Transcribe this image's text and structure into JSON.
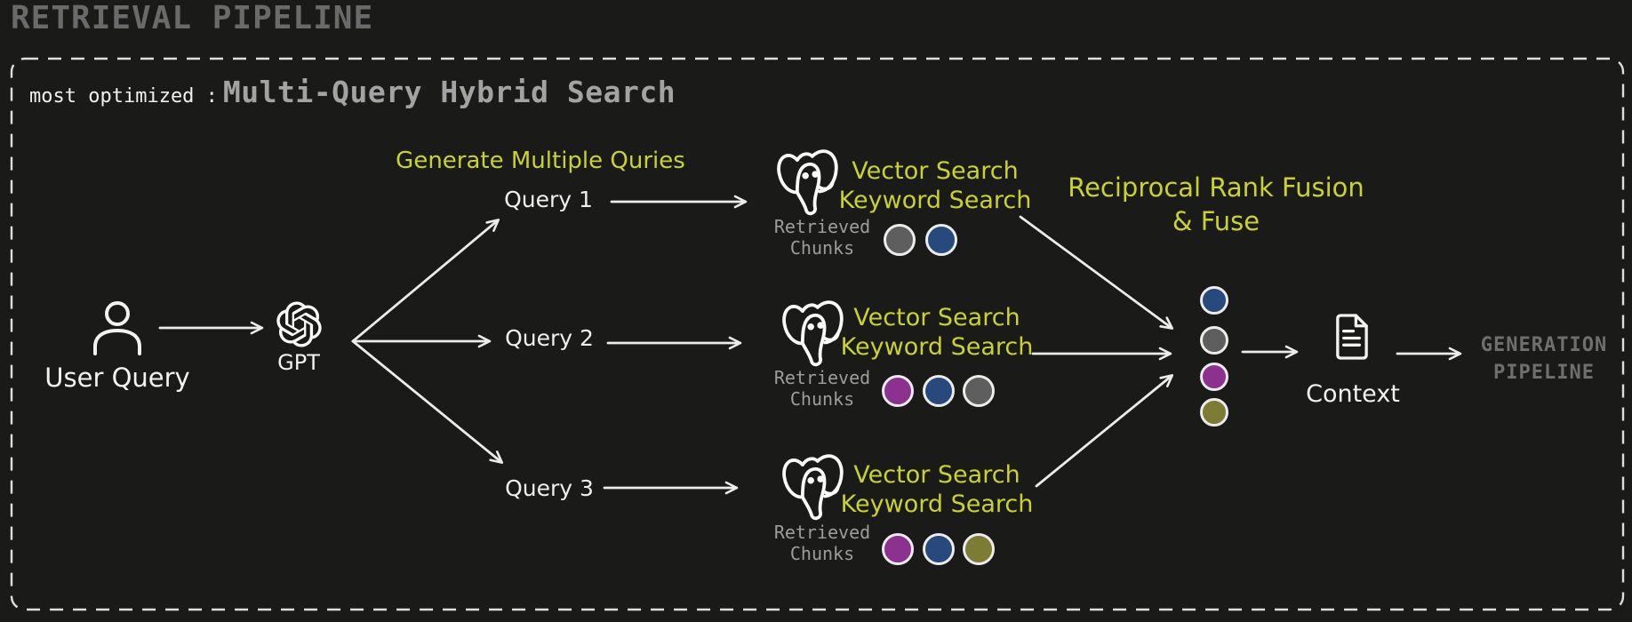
{
  "title": "RETRIEVAL PIPELINE",
  "frame": {
    "subtitle_prefix": "most optimized :",
    "subtitle_main": "Multi-Query Hybrid Search"
  },
  "flow": {
    "user_label": "User Query",
    "gpt_label": "GPT",
    "generate_label": "Generate Multiple Quries",
    "fusion_line1": "Reciprocal Rank Fusion",
    "fusion_line2": "& Fuse",
    "context_label": "Context",
    "generation_line1": "GENERATION",
    "generation_line2": "PIPELINE"
  },
  "rows": [
    {
      "query_label": "Query 1",
      "vector_label": "Vector Search",
      "keyword_label": "Keyword Search",
      "retrieved_line1": "Retrieved",
      "retrieved_line2": "Chunks",
      "chunk_colors": [
        "#5e5e5e",
        "#27497c"
      ]
    },
    {
      "query_label": "Query 2",
      "vector_label": "Vector Search",
      "keyword_label": "Keyword Search",
      "retrieved_line1": "Retrieved",
      "retrieved_line2": "Chunks",
      "chunk_colors": [
        "#8c3190",
        "#27497c",
        "#5e5e5e"
      ]
    },
    {
      "query_label": "Query 3",
      "vector_label": "Vector Search",
      "keyword_label": "Keyword Search",
      "retrieved_line1": "Retrieved",
      "retrieved_line2": "Chunks",
      "chunk_colors": [
        "#8c3190",
        "#27497c",
        "#7c7c35"
      ]
    }
  ],
  "fused_chunk_colors": [
    "#27497c",
    "#5e5e5e",
    "#8c3190",
    "#7c7c35"
  ],
  "icons": [
    "user-icon",
    "openai-gpt-icon",
    "postgresql-icon",
    "document-icon",
    "arrow-icon"
  ],
  "colors": {
    "background": "#1a1a19",
    "accent_yellow": "#c9d22f",
    "stroke_white": "#ececec",
    "muted_gray": "#9d9d9d",
    "title_gray": "#6a6a6a"
  }
}
